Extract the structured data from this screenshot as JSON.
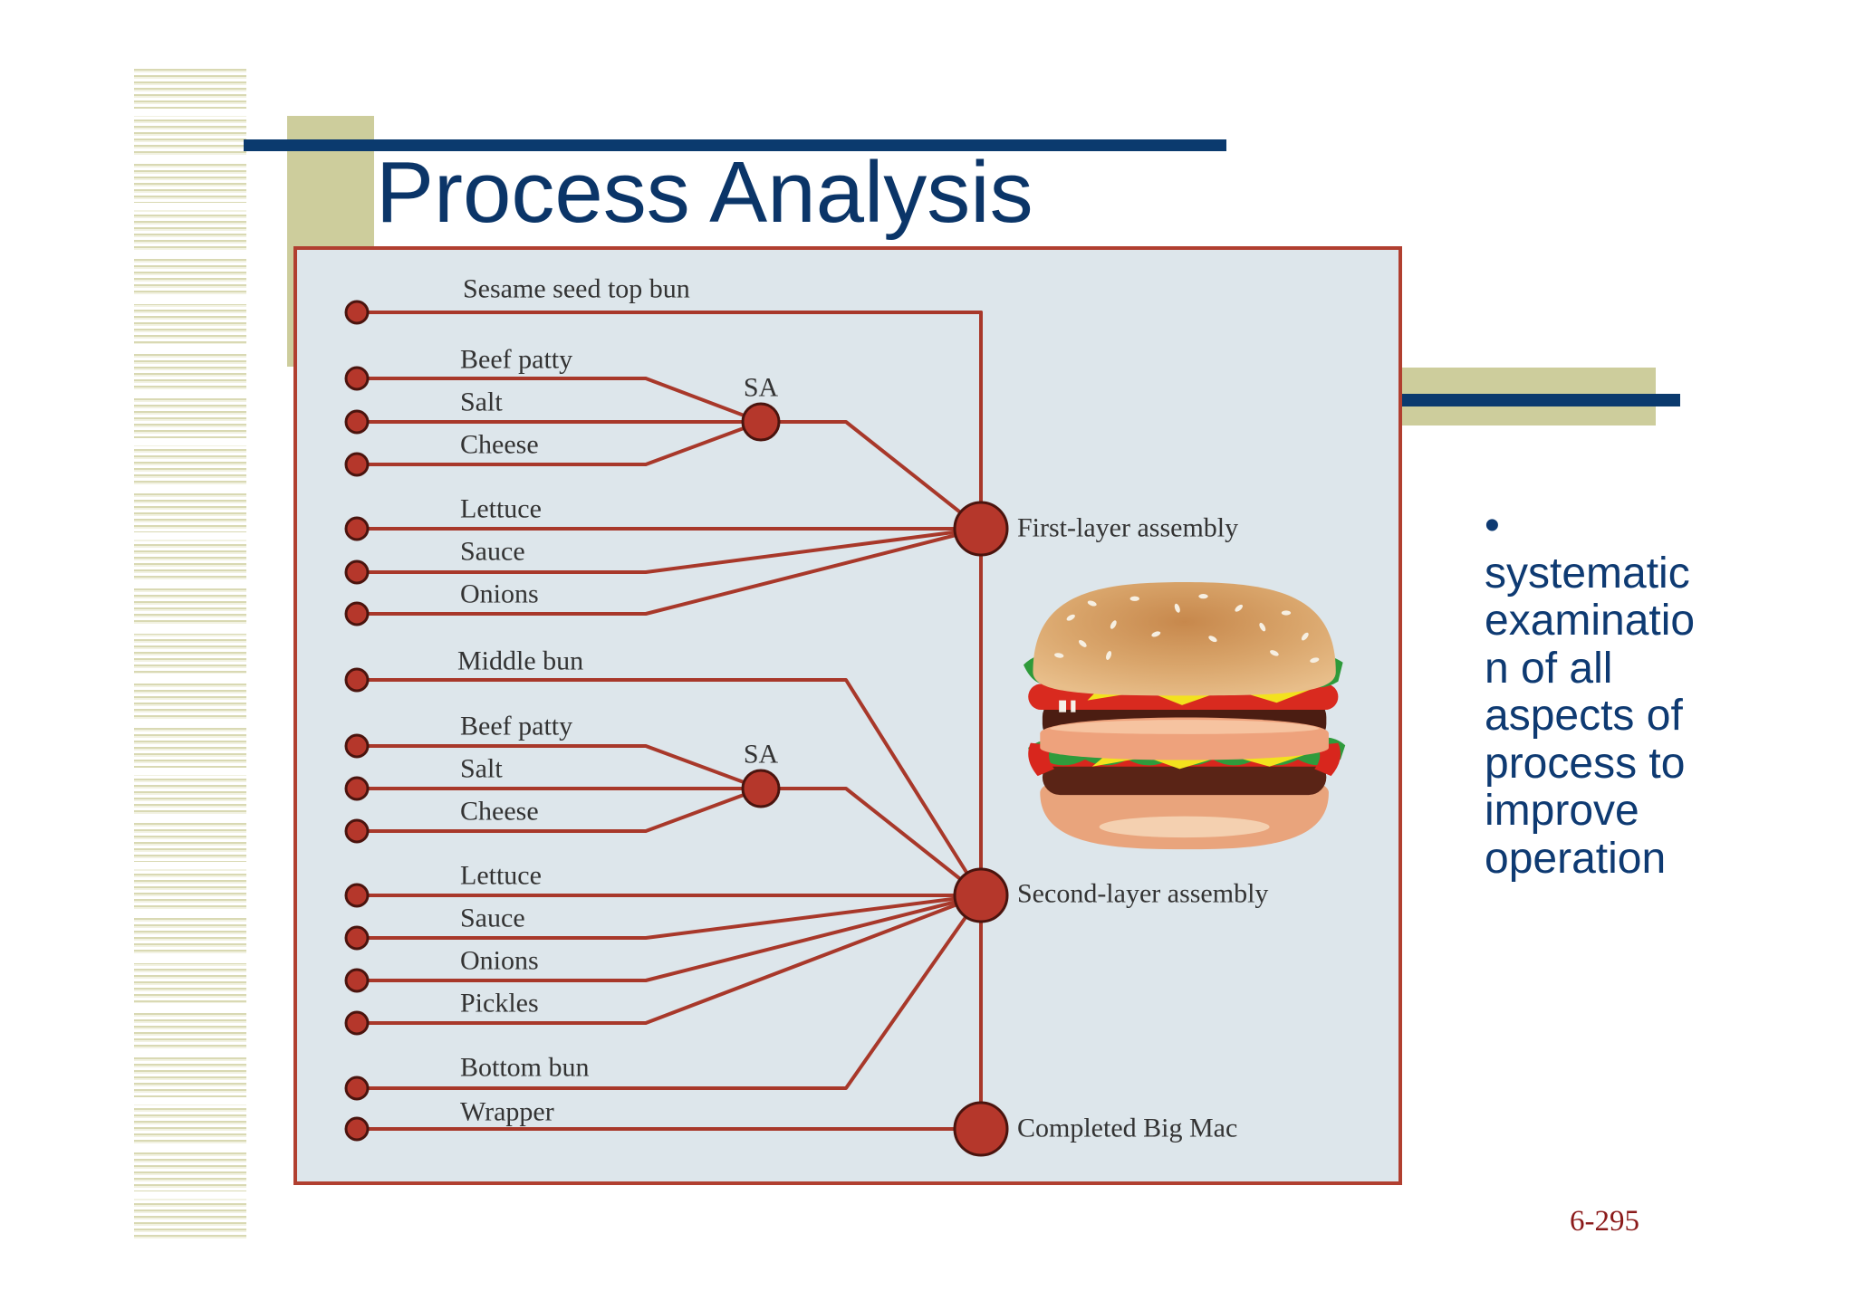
{
  "slide": {
    "title": "Process Analysis",
    "bullet": {
      "glyph": "•",
      "lines": [
        "systematic",
        "examinatio",
        "n of all",
        "aspects of",
        "process to",
        "improve",
        "operation"
      ]
    },
    "page_number": "6-295"
  },
  "diagram": {
    "components": [
      "Sesame seed top bun",
      "Beef patty",
      "Salt",
      "Cheese",
      "Lettuce",
      "Sauce",
      "Onions",
      "Middle bun",
      "Beef patty",
      "Salt",
      "Cheese",
      "Lettuce",
      "Sauce",
      "Onions",
      "Pickles",
      "Bottom bun",
      "Wrapper"
    ],
    "subassembly_labels": [
      "SA",
      "SA"
    ],
    "assemblies": [
      "First-layer assembly",
      "Second-layer assembly",
      "Completed Big Mac"
    ]
  },
  "colors": {
    "navy": "#0b3a6e",
    "tan": "#cdcd9c",
    "title_text": "#0b3568",
    "panel": "#dde6eb",
    "panel_border": "#b13f30",
    "flow_line": "#a8382a",
    "node": "#b5372b",
    "node_outline": "#4a140e",
    "label_text": "#333333",
    "bullet_text": "#0e3a72",
    "page_number": "#8b1a1a"
  }
}
